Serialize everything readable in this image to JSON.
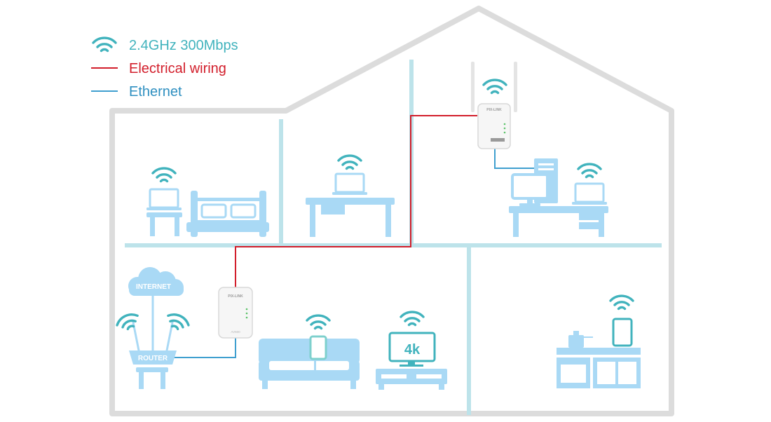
{
  "legend": {
    "wifi_label": "2.4GHz 300Mbps",
    "electrical_label": "Electrical wiring",
    "ethernet_label": "Ethernet"
  },
  "labels": {
    "internet": "INTERNET",
    "router": "ROUTER",
    "tv": "4k",
    "brand": "PIX-LINK",
    "model": "AV600"
  },
  "colors": {
    "wall": "#dcdcdc",
    "wall_inner": "#bde3ea",
    "furniture": "#a9d9f5",
    "wifi": "#41b3bd",
    "electrical": "#d21e2b",
    "ethernet": "#3f9fcf"
  }
}
